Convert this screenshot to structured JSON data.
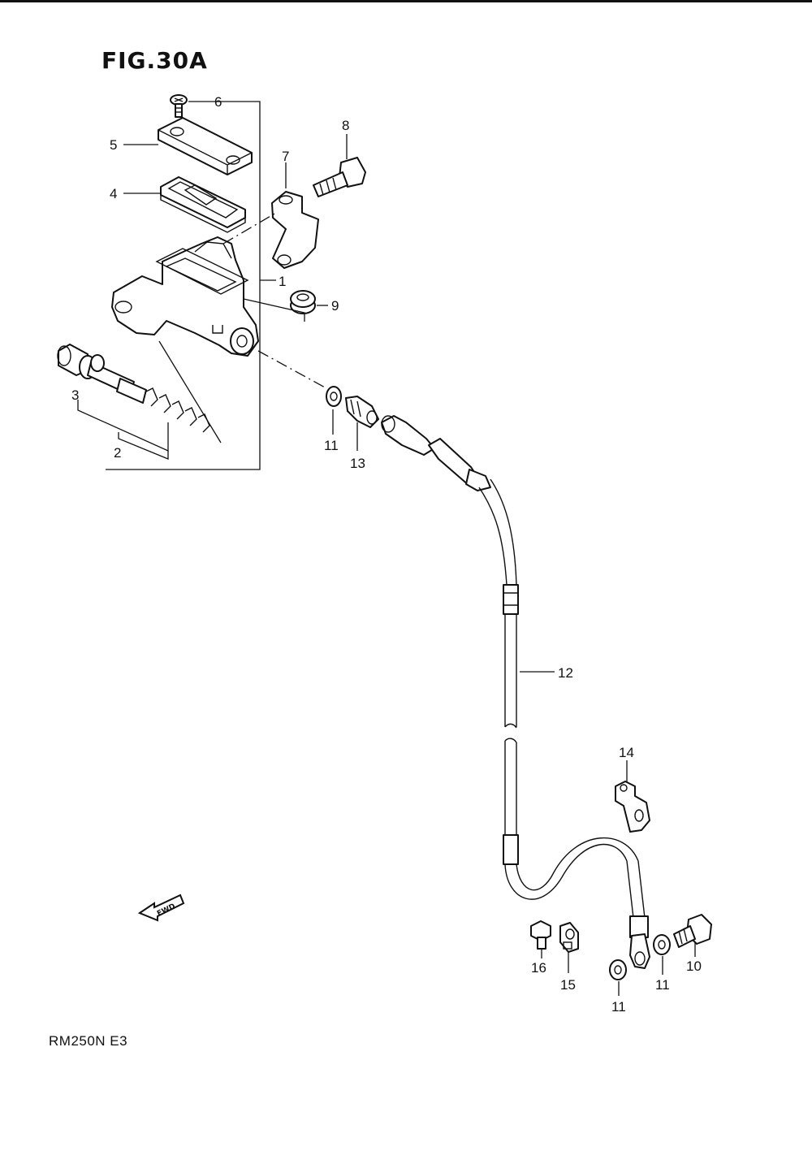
{
  "figure": {
    "title": "FIG.30A",
    "model_code": "RM250N E3"
  },
  "fwd_badge": "FWD",
  "callouts": [
    {
      "id": "c1",
      "text": "1"
    },
    {
      "id": "c2",
      "text": "2"
    },
    {
      "id": "c3",
      "text": "3"
    },
    {
      "id": "c4",
      "text": "4"
    },
    {
      "id": "c5",
      "text": "5"
    },
    {
      "id": "c6",
      "text": "6"
    },
    {
      "id": "c7",
      "text": "7"
    },
    {
      "id": "c8",
      "text": "8"
    },
    {
      "id": "c9",
      "text": "9"
    },
    {
      "id": "c10",
      "text": "10"
    },
    {
      "id": "c11a",
      "text": "11"
    },
    {
      "id": "c11b",
      "text": "11"
    },
    {
      "id": "c11c",
      "text": "11"
    },
    {
      "id": "c12",
      "text": "12"
    },
    {
      "id": "c13",
      "text": "13"
    },
    {
      "id": "c14",
      "text": "14"
    },
    {
      "id": "c15",
      "text": "15"
    },
    {
      "id": "c16",
      "text": "16"
    }
  ]
}
